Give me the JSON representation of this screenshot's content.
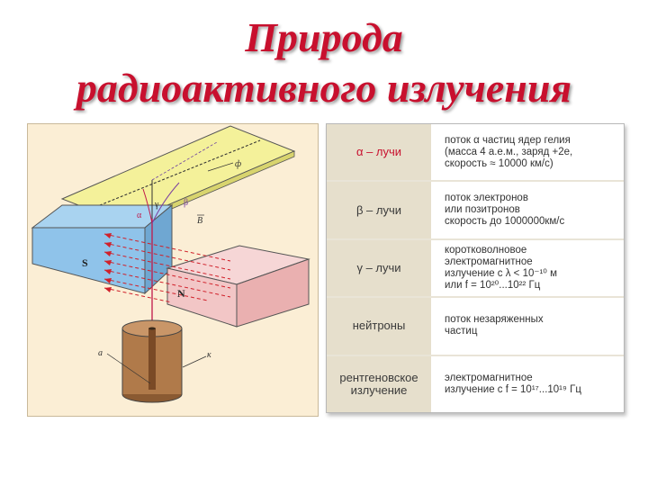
{
  "title": {
    "line1": "Природа",
    "line2": "радиоактивного излучения"
  },
  "diagram": {
    "label_S": "S",
    "label_N": "N",
    "label_alpha": "α",
    "label_beta": "β",
    "label_gamma": "γ",
    "label_field": "B",
    "label_top": "ф",
    "label_a": "а",
    "label_k": "к"
  },
  "table": {
    "rows": [
      {
        "name": "α – лучи",
        "desc": "поток α частиц ядер гелия\n(масса 4 а.е.м., заряд +2е,\nскорость ≈ 10000 км/с)"
      },
      {
        "name": "β – лучи",
        "desc": "поток электронов\nили позитронов\nскорость до 1000000км/с"
      },
      {
        "name": "γ – лучи",
        "desc": "коротковолновое\nэлектромагнитное\nизлучение с λ < 10⁻¹⁰ м\nили f = 10²⁰...10²² Гц"
      },
      {
        "name": "нейтроны",
        "desc": "поток незаряженных\nчастиц"
      },
      {
        "name": "рентгеновское\nизлучение",
        "desc": "электромагнитное\nизлучение с f = 10¹⁷...10¹⁹ Гц"
      }
    ]
  },
  "colors": {
    "title": "#c8102e",
    "magnet_s": "#8fc3ea",
    "magnet_n": "#f2c6c6",
    "plate": "#f4f19a",
    "cylinder": "#b07a4a",
    "background": "#fbeed5"
  }
}
